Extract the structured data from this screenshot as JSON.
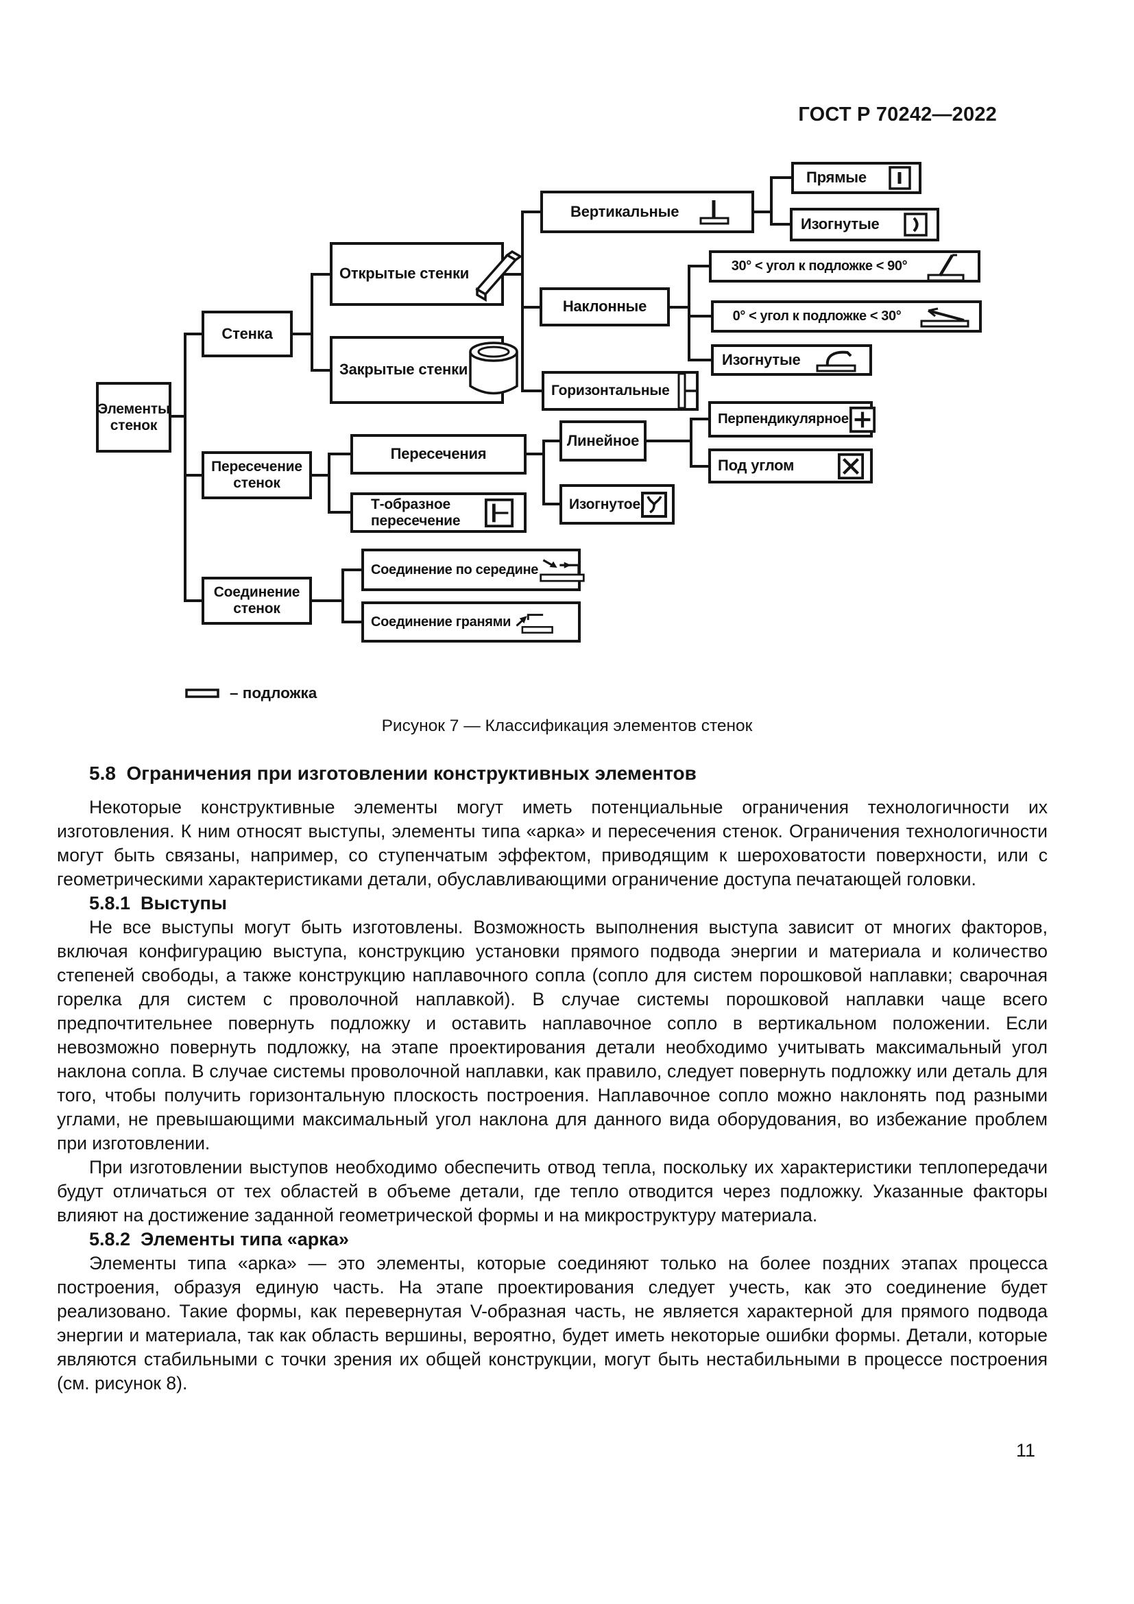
{
  "doc": {
    "header": "ГОСТ Р 70242—2022",
    "page_number": "11"
  },
  "figure7": {
    "caption": "Рисунок 7 — Классификация элементов стенок",
    "legend_label": "– подложка",
    "nodes": {
      "root": "Элементы стенок",
      "wall": "Стенка",
      "wall_intersection": "Пересечение стенок",
      "wall_junction": "Соединение стенок",
      "open_walls": "Открытые стенки",
      "closed_walls": "Закрытые стенки",
      "vertical": "Вертикальные",
      "inclined": "Наклонные",
      "horizontal": "Горизонтальные",
      "straight": "Прямые",
      "curved_vertical": "Изогнутые",
      "angle_30_90": "30° < угол к подложке < 90°",
      "angle_0_30": "0° < угол к подложке < 30°",
      "curved_inclined": "Изогнутые",
      "perpendicular": "Перпендикулярное",
      "at_angle": "Под углом",
      "intersections": "Пересечения",
      "t_intersection": "Т-образное пересечение",
      "linear": "Линейное",
      "curved_intersection": "Изогнутое",
      "mid_junction": "Соединение по середине",
      "edge_junction": "Соединение гранями"
    },
    "icons": {
      "open-wall-icon": "▱",
      "closed-wall-icon": "⌭",
      "vertical-wall-icon": "⊥",
      "straight-wall-icon": "∣",
      "curved-wall-icon": ")",
      "steep-incline-icon": "∠",
      "shallow-incline-icon": "∠",
      "curved-incline-icon": "↷",
      "horizontal-wall-icon": "⊢",
      "perpendicular-cross-icon": "+",
      "angled-cross-icon": "×",
      "curved-cross-icon": "у",
      "t-intersection-icon": "⊦",
      "mid-junction-icon": "→¬",
      "edge-junction-icon": "↗¬",
      "substrate-icon": "▭"
    }
  },
  "sections": {
    "s58": {
      "heading": "5.8  Ограничения при изготовлении конструктивных элементов",
      "para": "Некоторые конструктивные элементы могут иметь потенциальные ограничения технологичности их изготовления. К ним относят выступы, элементы типа «арка» и пересечения стенок. Ограничения технологичности могут быть связаны, например, со ступенчатым эффектом, приводящим к шероховатости поверхности, или с геометрическими характеристиками детали, обуславливающими ограничение доступа печатающей головки."
    },
    "s581": {
      "heading": "5.8.1  Выступы",
      "para1": "Не все выступы могут быть изготовлены. Возможность выполнения выступа зависит от многих факторов, включая конфигурацию выступа, конструкцию установки прямого подвода энергии и материала и количество степеней свободы, а также конструкцию наплавочного сопла (сопло для систем порошковой наплавки; сварочная горелка для систем с проволочной наплавкой). В случае системы порошковой наплавки чаще всего предпочтительнее повернуть подложку и оставить наплавочное сопло в вертикальном положении. Если невозможно повернуть подложку, на этапе проектирования детали необходимо учитывать максимальный угол наклона сопла. В случае системы проволочной наплавки, как правило, следует повернуть подложку или деталь для того, чтобы получить горизонтальную плоскость построения. Наплавочное сопло можно наклонять под разными углами, не превышающими максимальный угол наклона для данного вида оборудования, во избежание проблем при изготовлении.",
      "para2": "При изготовлении выступов необходимо обеспечить отвод тепла, поскольку их характеристики теплопередачи будут отличаться от тех областей в объеме детали, где тепло отводится через подложку. Указанные факторы влияют на достижение заданной геометрической формы и на микроструктуру материала."
    },
    "s582": {
      "heading": "5.8.2  Элементы типа «арка»",
      "para": "Элементы типа «арка» — это элементы, которые соединяют только на более поздних этапах процесса построения, образуя единую часть. На этапе проектирования следует учесть, как это соединение будет реализовано. Такие формы, как перевернутая V-образная часть, не является характерной для прямого подвода энергии и материала, так как область вершины, вероятно, будет иметь некоторые ошибки формы. Детали, которые являются стабильными с точки зрения их общей конструкции, могут быть нестабильными в процессе построения (см. рисунок 8)."
    }
  }
}
